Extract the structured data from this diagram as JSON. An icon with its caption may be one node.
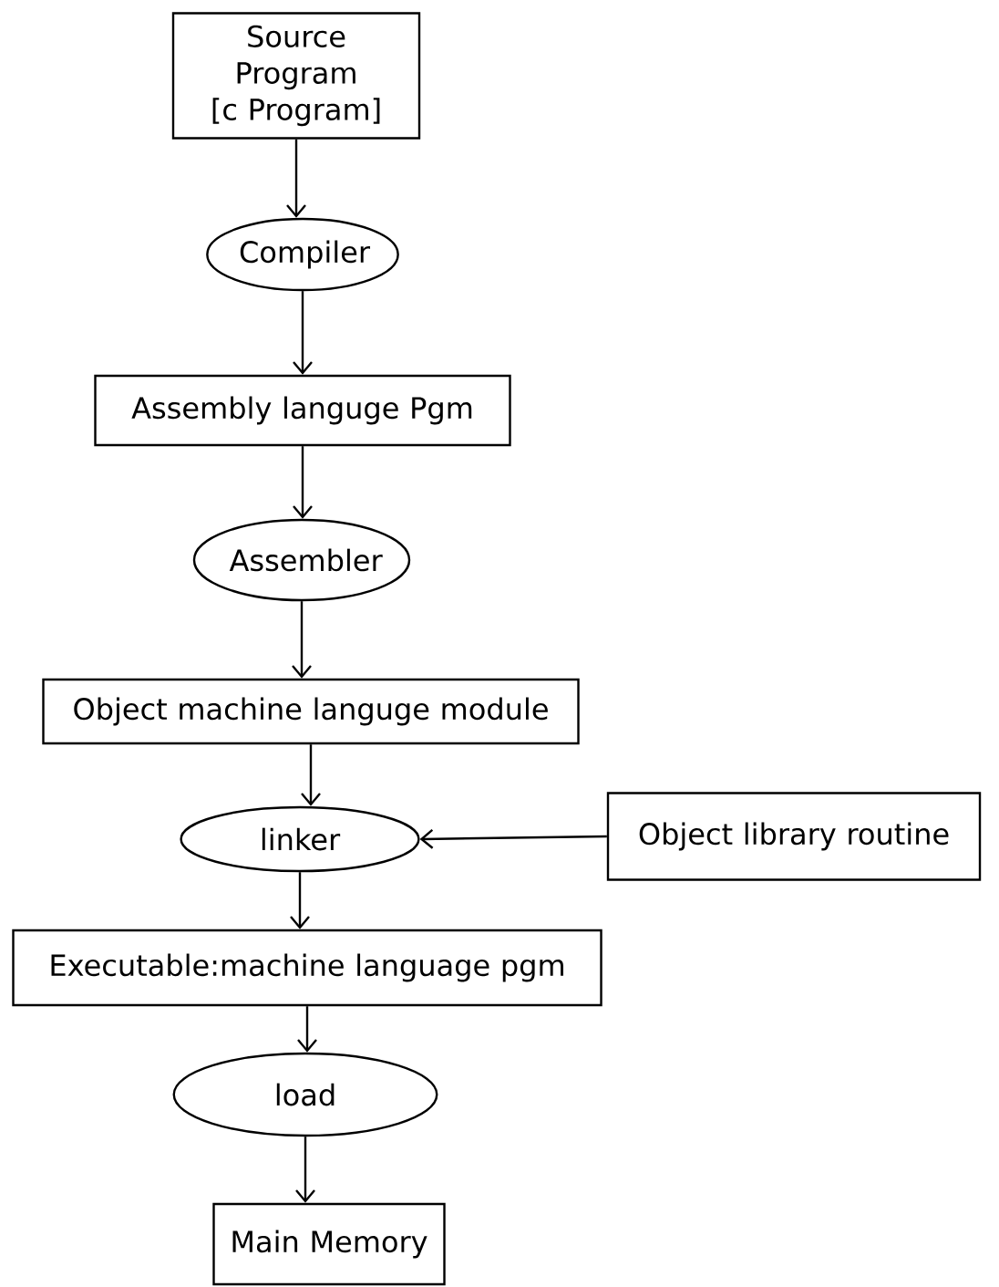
{
  "diagram": {
    "nodes": [
      {
        "text": [
          "Source Program [c Program]"
        ]
      },
      {
        "text": [
          "Compiler"
        ]
      },
      {
        "text": [
          "Assembly languge Pgm"
        ]
      },
      {
        "text": [
          "Assembler"
        ]
      },
      {
        "text": [
          "Object machine languge module"
        ]
      },
      {
        "text": [
          "linker"
        ]
      },
      {
        "text": [
          "Object library routine"
        ]
      },
      {
        "text": [
          "Executable:machine language pgm"
        ]
      },
      {
        "text": [
          "load"
        ]
      },
      {
        "text": [
          "Main Memory"
        ]
      }
    ],
    "edges": [
      {
        "from": 0,
        "to": 1,
        "arrow": "to"
      },
      {
        "from": 1,
        "to": 2,
        "arrow": "to"
      },
      {
        "from": 2,
        "to": 3,
        "arrow": "to"
      },
      {
        "from": 3,
        "to": 4,
        "arrow": "to"
      },
      {
        "from": 4,
        "to": 5,
        "arrow": "to"
      },
      {
        "from": 6,
        "to": 5,
        "arrow": "to"
      },
      {
        "from": 5,
        "to": 7,
        "arrow": "to"
      },
      {
        "from": 7,
        "to": 8,
        "arrow": "to"
      },
      {
        "from": 8,
        "to": 9,
        "arrow": "to"
      }
    ]
  }
}
